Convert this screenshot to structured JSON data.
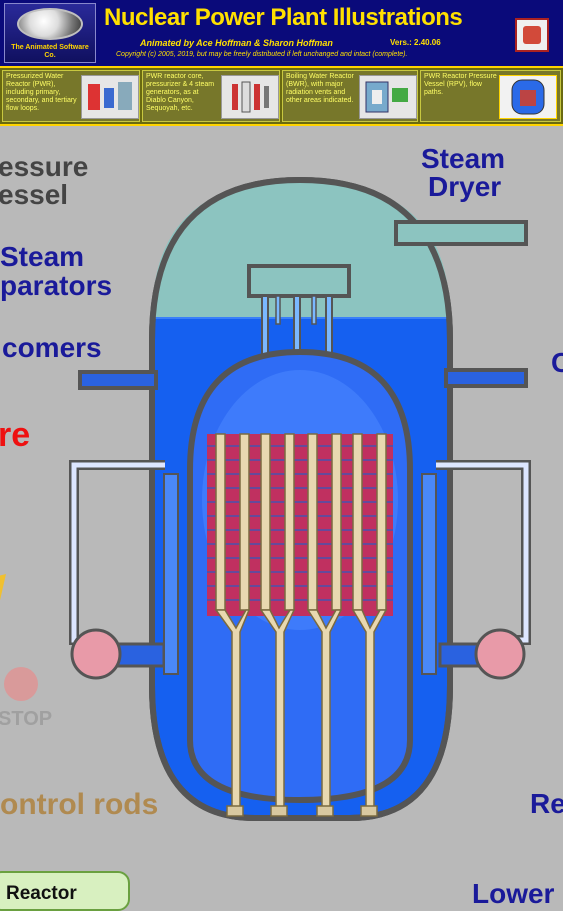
{
  "header": {
    "title": "Nuclear Power Plant Illustrations",
    "byline": "Animated by Ace Hoffman & Sharon Hoffman",
    "version": "Vers.: 2.40.06",
    "copyright": "Copyright (c) 2005, 2019, but may be freely distributed if left unchanged and intact (complete).",
    "logo_text": "The Animated Software Co."
  },
  "nav": [
    {
      "text": "Pressurized Water Reactor (PWR), including primary, secondary, and tertiary flow loops."
    },
    {
      "text": "PWR reactor core, pressurizer & 4 steam generators, as at Diablo Canyon, Sequoyah, etc."
    },
    {
      "text": "Boiling Water Reactor (BWR), with major radiation vents and other areas indicated."
    },
    {
      "text": "PWR Reactor Pressure Vessel (RPV), flow paths."
    }
  ],
  "labels": {
    "pressure_vessel_1": "essure",
    "pressure_vessel_2": "essel",
    "steam_separators_1": "Steam",
    "steam_separators_2": "parators",
    "downcomers": "comers",
    "core": "re",
    "steam_dryer_1": "Steam",
    "steam_dryer_2": "Dryer",
    "right_edge_c": "C",
    "control_rods": "ontrol rods",
    "right_re": "Re",
    "lower": "Lower",
    "stop": "STOP"
  },
  "buttons": {
    "reactor": "Reactor"
  },
  "colors": {
    "header_bg": "#0a0a7a",
    "title_yellow": "#ffe000",
    "label_blue": "#1a1a9a",
    "label_gray": "#444444",
    "label_red": "#ee1111",
    "label_tan": "#b08a50",
    "vessel_blue": "#1560f0",
    "dome_teal": "#8cc4c0"
  }
}
